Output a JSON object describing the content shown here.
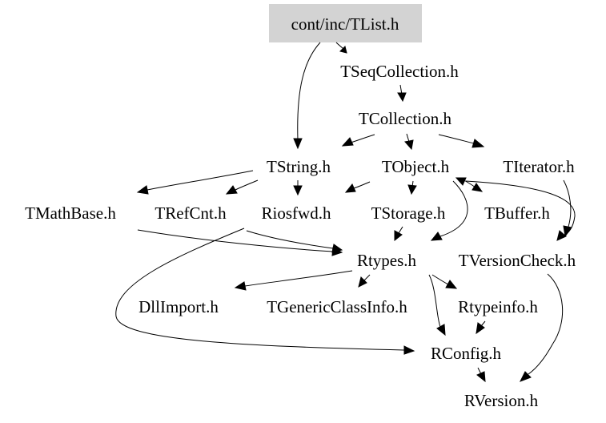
{
  "graph": {
    "root": {
      "label": "cont/inc/TList.h",
      "fill": "#d3d3d3"
    },
    "nodes": {
      "tseqcollection": "TSeqCollection.h",
      "tcollection": "TCollection.h",
      "tstring": "TString.h",
      "tobject": "TObject.h",
      "titerator": "TIterator.h",
      "tmathbase": "TMathBase.h",
      "trefcnt": "TRefCnt.h",
      "riosfwd": "Riosfwd.h",
      "tstorage": "TStorage.h",
      "tbuffer": "TBuffer.h",
      "rtypes": "Rtypes.h",
      "tversioncheck": "TVersionCheck.h",
      "dllimport": "DllImport.h",
      "tgenericclassinfo": "TGenericClassInfo.h",
      "rtypeinfo": "Rtypeinfo.h",
      "rconfig": "RConfig.h",
      "rversion": "RVersion.h"
    },
    "edge_color": "#000000"
  }
}
